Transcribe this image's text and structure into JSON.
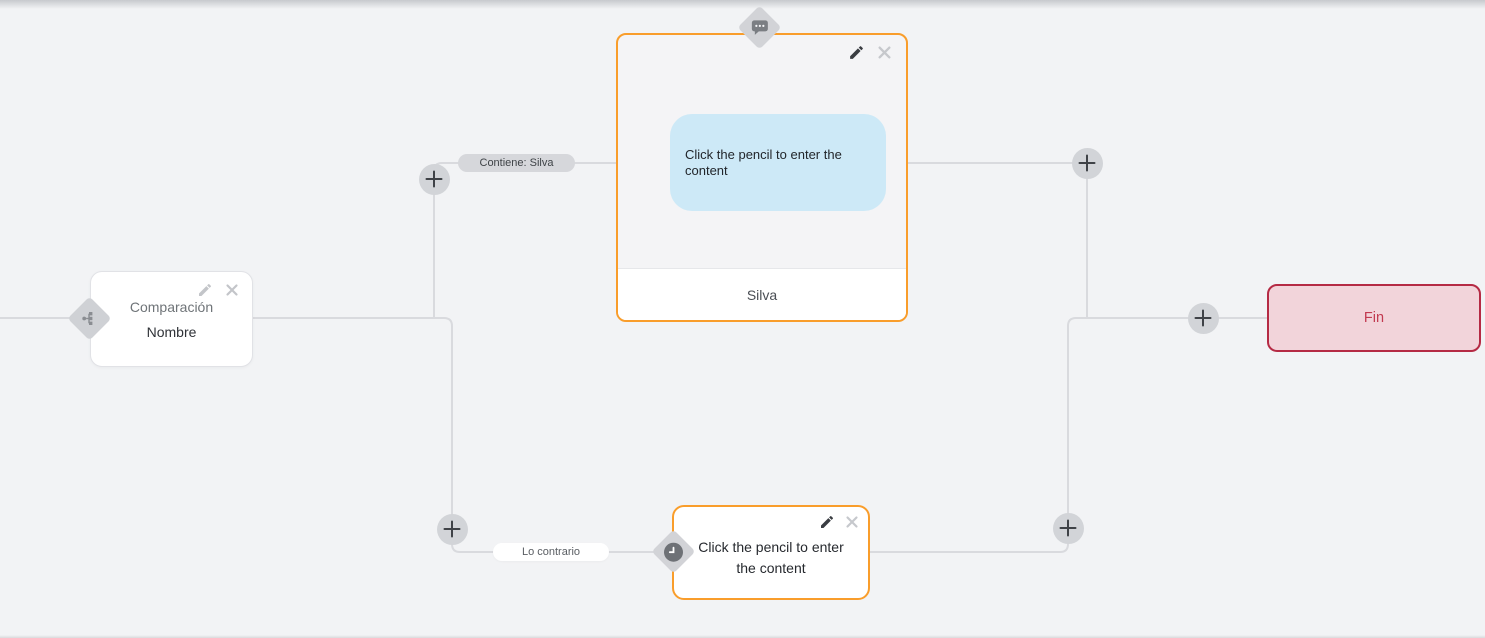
{
  "canvas": {
    "background_color": "#f2f3f5",
    "edge_color": "#d9dade"
  },
  "nodes": {
    "condition": {
      "type_label": "Comparación",
      "name": "Nombre",
      "type_icon": "sitemap-icon"
    },
    "message": {
      "bubble_text": "Click the pencil to enter the content",
      "footer_label": "Silva",
      "type_icon": "chat-bubble-icon",
      "border_color": "#f99d2b",
      "bubble_color": "#cde9f7"
    },
    "delay": {
      "placeholder_text": "Click the pencil to enter the content",
      "type_icon": "clock-icon",
      "border_color": "#f99d2b"
    },
    "end": {
      "label": "Fin",
      "border_color": "#b52a44",
      "background_color": "#f2d4da",
      "text_color": "#c23a50"
    }
  },
  "edge_labels": {
    "contains": "Contiene: Silva",
    "otherwise": "Lo contrario"
  },
  "icons": {
    "edit": "✎",
    "delete": "✕",
    "add": "+",
    "condition_type": "sitemap",
    "message_type": "speech-bubble",
    "delay_type": "clock"
  }
}
